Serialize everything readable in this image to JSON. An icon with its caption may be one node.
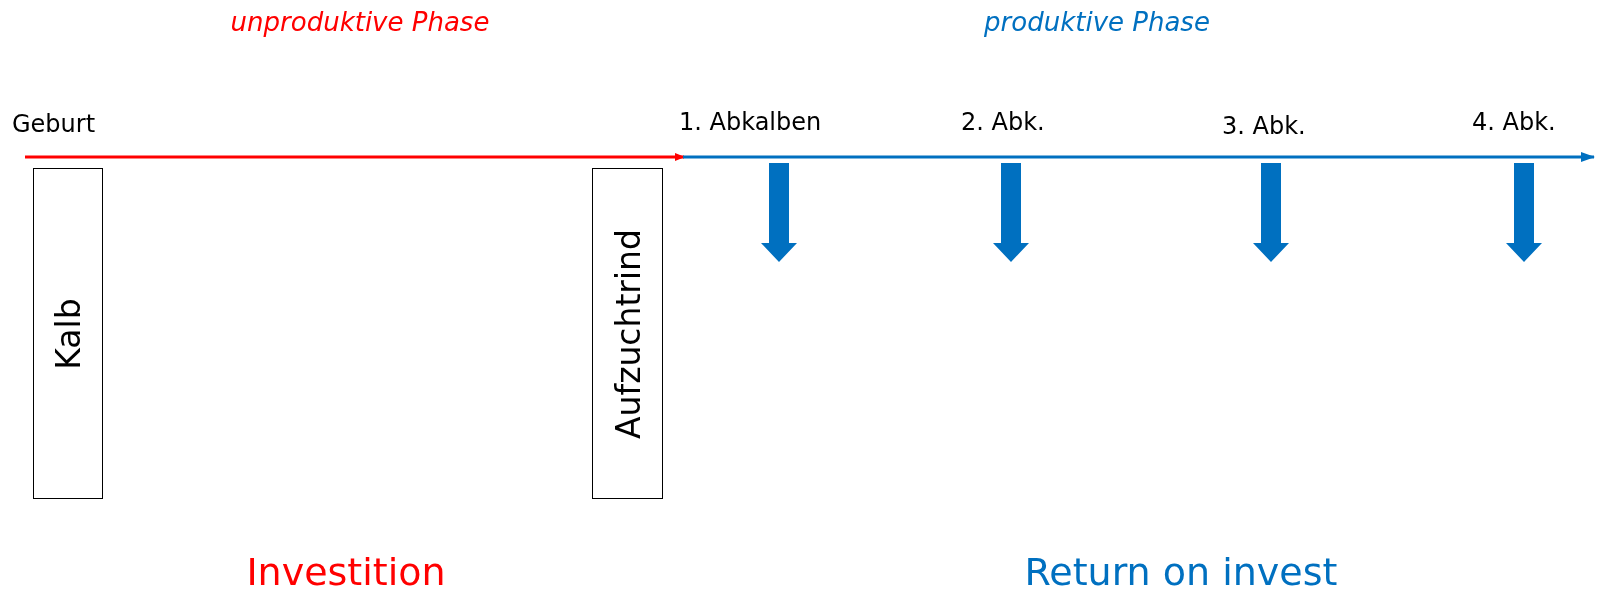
{
  "diagram": {
    "nodes": [
      {
        "text": [
          "Kalb"
        ]
      },
      {
        "text": [
          "Aufzuchtrind"
        ]
      }
    ],
    "labels": [
      "unproduktive Phase",
      "produktive Phase",
      "Geburt",
      "1. Abkalben",
      "2. Abk.",
      "3. Abk.",
      "4. Abk.",
      "Investition",
      "Return on invest"
    ]
  }
}
